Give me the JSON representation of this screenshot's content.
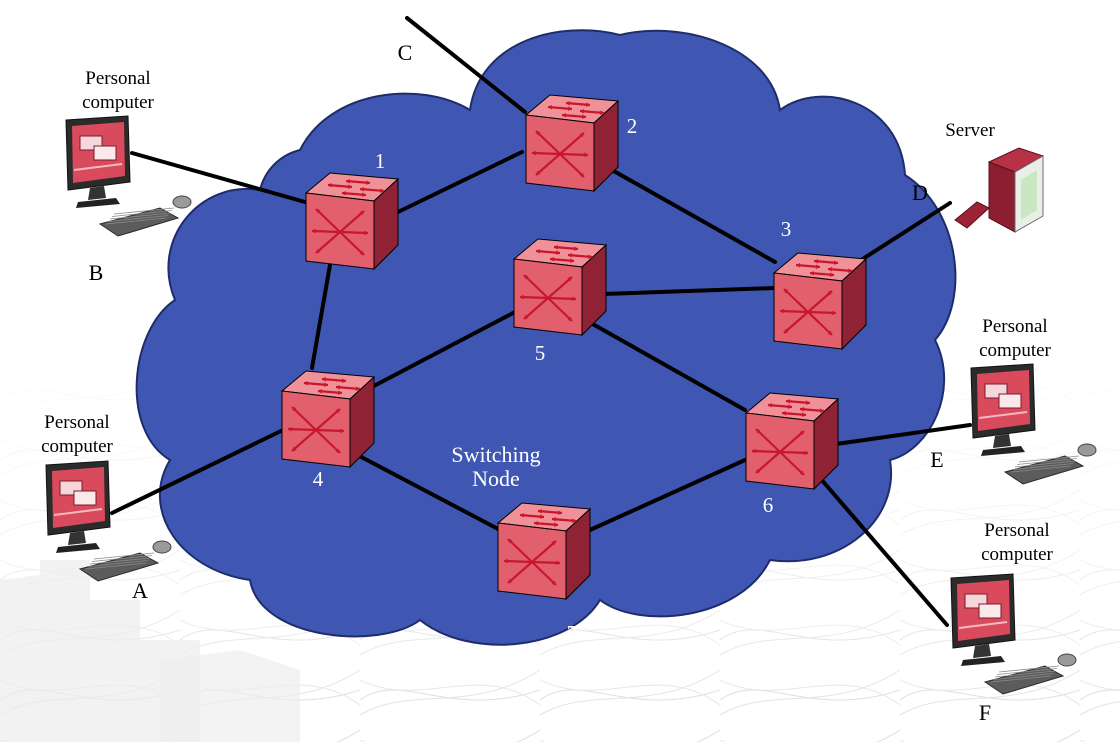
{
  "colors": {
    "cloud": "#3f57b2",
    "cloud_stroke": "#1e2c6b",
    "link": "#000000",
    "switch_front": "#e2606e",
    "switch_top": "#f0919a",
    "switch_side": "#8f2335",
    "label_dark": "#000000",
    "label_light": "#ffffff"
  },
  "cloud_label": "Switching\nNode",
  "nodes": [
    {
      "id": "n1",
      "label": "1"
    },
    {
      "id": "n2",
      "label": "2"
    },
    {
      "id": "n3",
      "label": "3"
    },
    {
      "id": "n4",
      "label": "4"
    },
    {
      "id": "n5",
      "label": "5"
    },
    {
      "id": "n6",
      "label": "6"
    },
    {
      "id": "n7",
      "label": "7"
    }
  ],
  "endpoints": [
    {
      "id": "A",
      "label": "A",
      "caption": "Personal\ncomputer",
      "icon": "personal-computer-icon"
    },
    {
      "id": "B",
      "label": "B",
      "caption": "Personal\ncomputer",
      "icon": "personal-computer-icon"
    },
    {
      "id": "C",
      "label": "C",
      "caption": "",
      "icon": ""
    },
    {
      "id": "D",
      "label": "D",
      "caption": "Server",
      "icon": "server-icon"
    },
    {
      "id": "E",
      "label": "E",
      "caption": "Personal\ncomputer",
      "icon": "personal-computer-icon"
    },
    {
      "id": "F",
      "label": "F",
      "caption": "Personal\ncomputer",
      "icon": "personal-computer-icon"
    }
  ],
  "links": [
    [
      "B",
      "n1"
    ],
    [
      "C",
      "n2"
    ],
    [
      "n1",
      "n2"
    ],
    [
      "n2",
      "n3"
    ],
    [
      "D",
      "n3"
    ],
    [
      "n1",
      "n4"
    ],
    [
      "n5",
      "n3"
    ],
    [
      "n4",
      "n5"
    ],
    [
      "n5",
      "n6"
    ],
    [
      "A",
      "n4"
    ],
    [
      "n4",
      "n7"
    ],
    [
      "n7",
      "n6"
    ],
    [
      "n6",
      "E"
    ],
    [
      "n6",
      "F"
    ]
  ]
}
